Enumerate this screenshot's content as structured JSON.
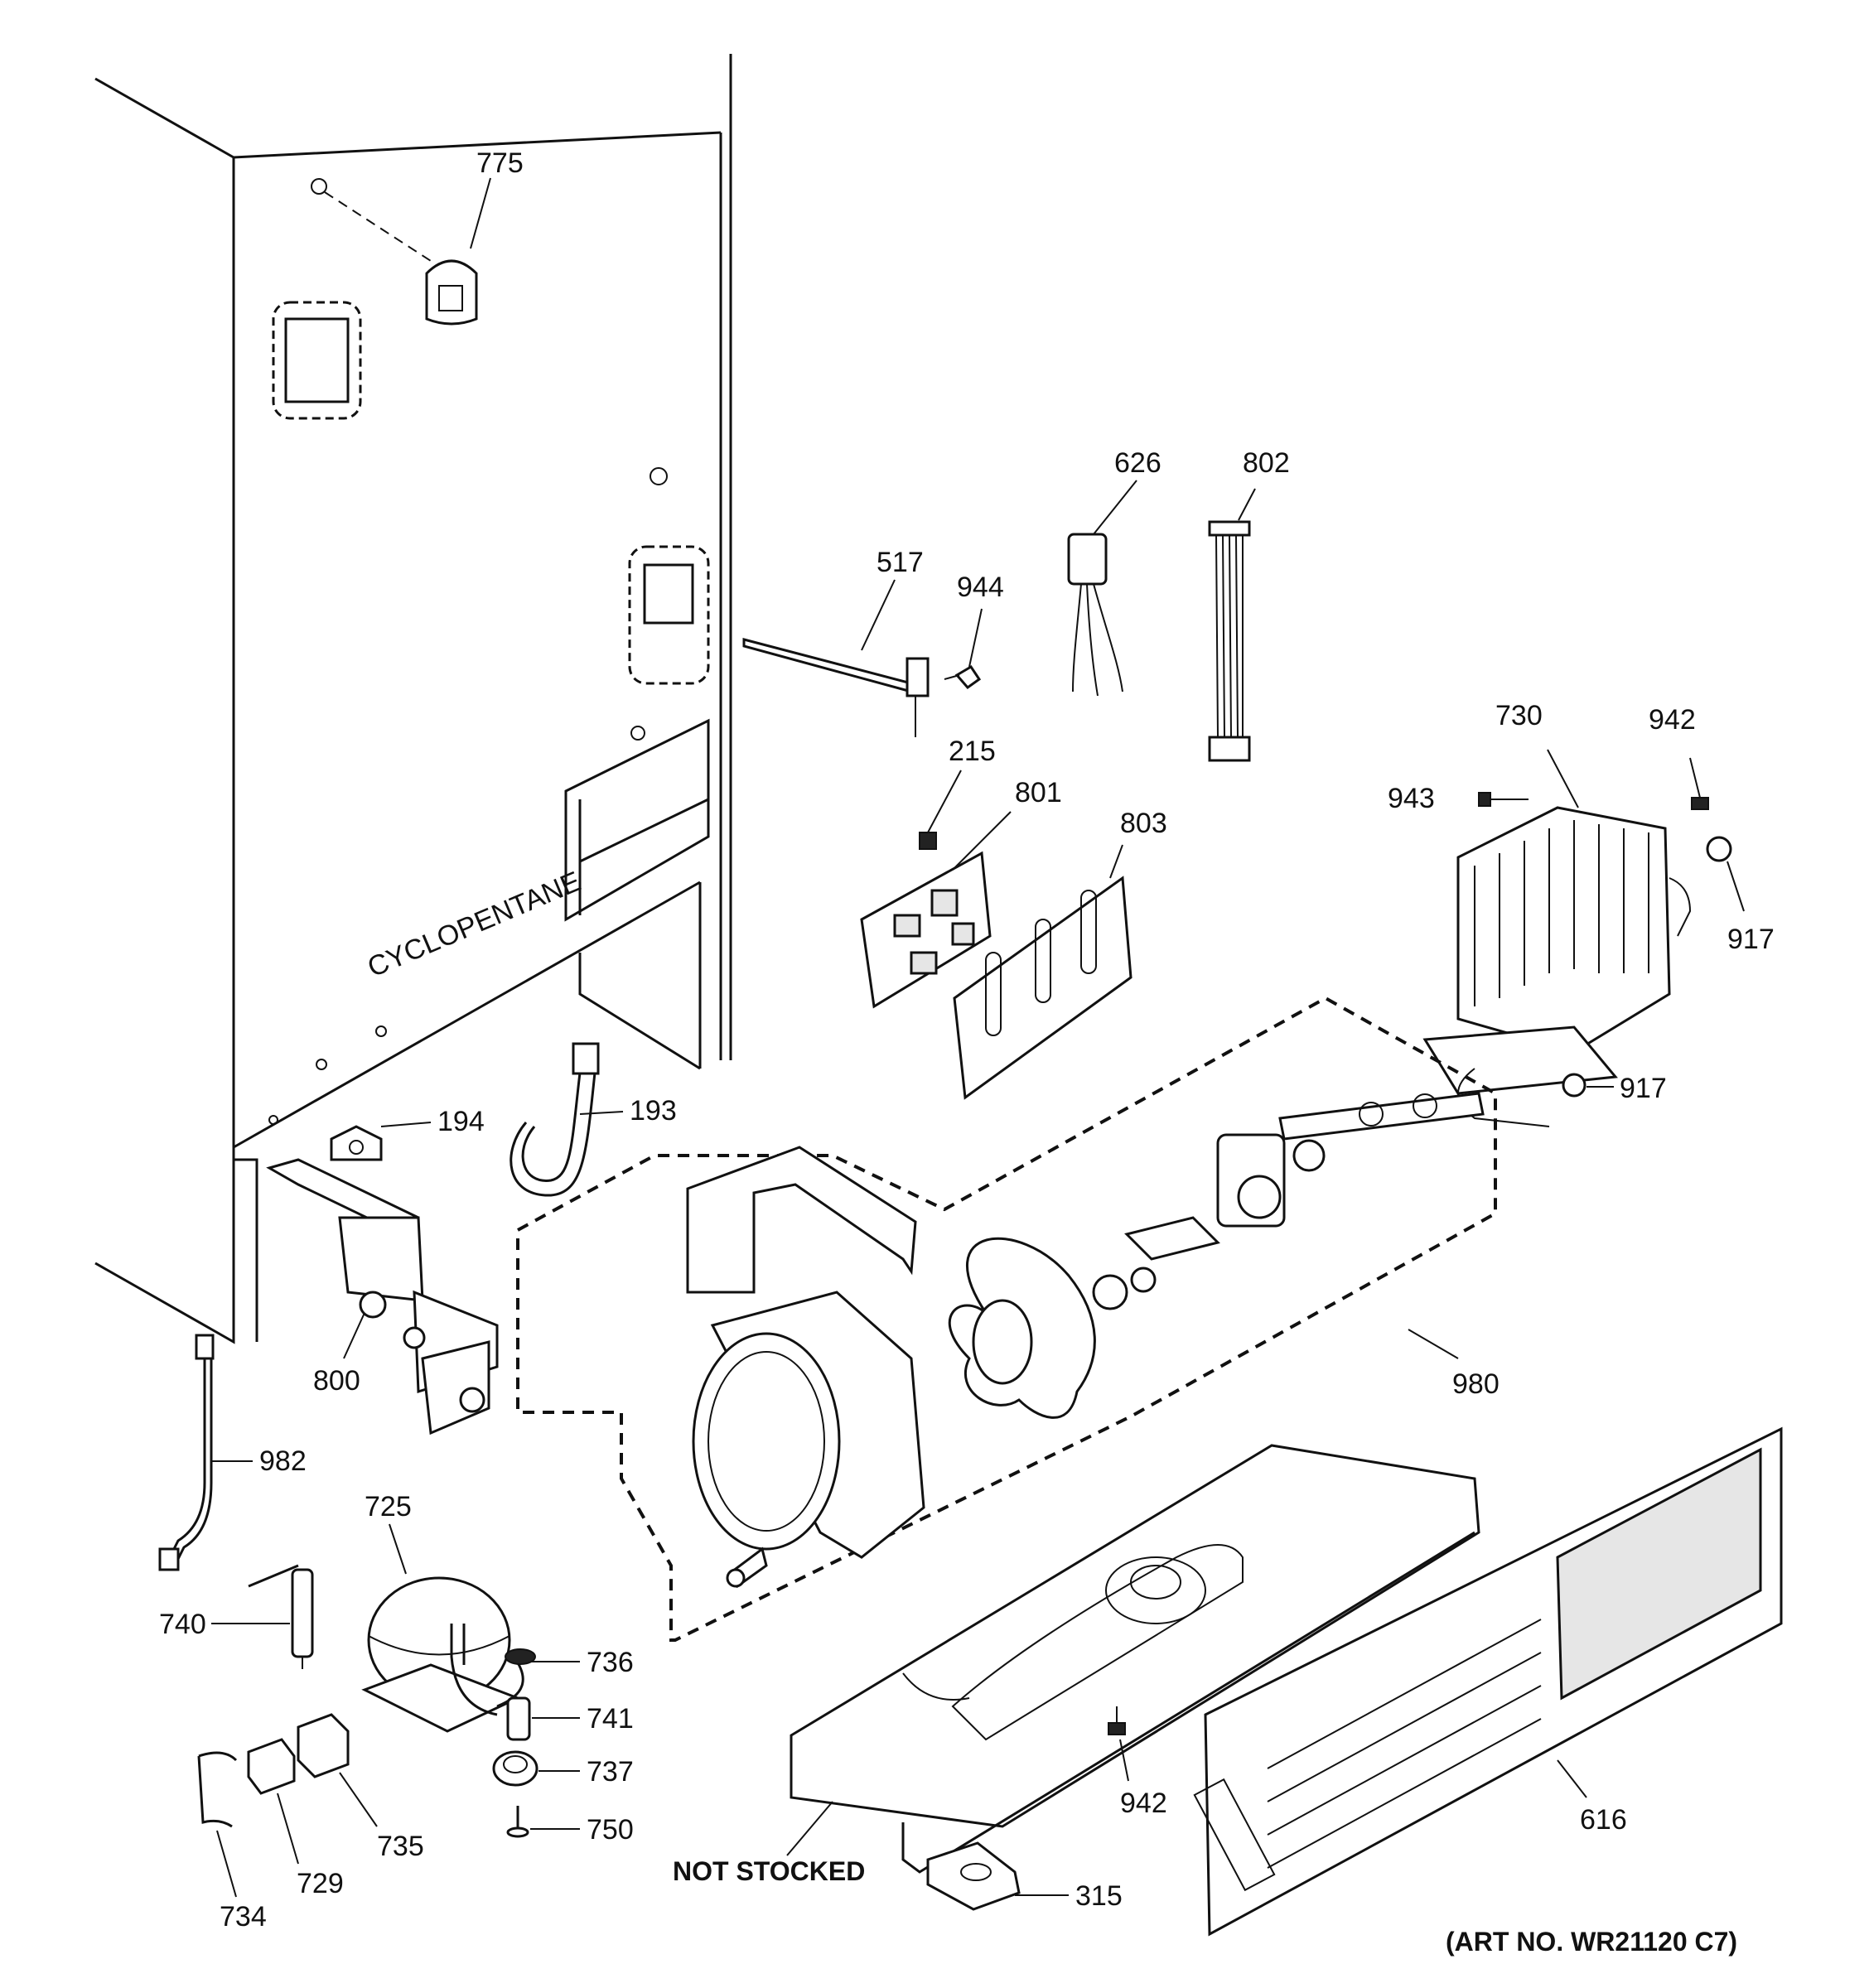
{
  "cabinet_stamp": "CYCLOPENTANE",
  "part_numbers": {
    "p775": "775",
    "p626": "626",
    "p802": "802",
    "p517": "517",
    "p944": "944",
    "p215": "215",
    "p801": "801",
    "p803": "803",
    "p730": "730",
    "p942a": "942",
    "p943": "943",
    "p917a": "917",
    "p917b": "917",
    "p194": "194",
    "p193": "193",
    "p800": "800",
    "p980": "980",
    "p982": "982",
    "p725": "725",
    "p740": "740",
    "p736": "736",
    "p741": "741",
    "p737": "737",
    "p750": "750",
    "p735": "735",
    "p729": "729",
    "p734": "734",
    "p315": "315",
    "p942b": "942",
    "p616": "616"
  },
  "notes": {
    "not_stocked": "NOT STOCKED",
    "art_no": "(ART NO. WR21120 C7)"
  }
}
